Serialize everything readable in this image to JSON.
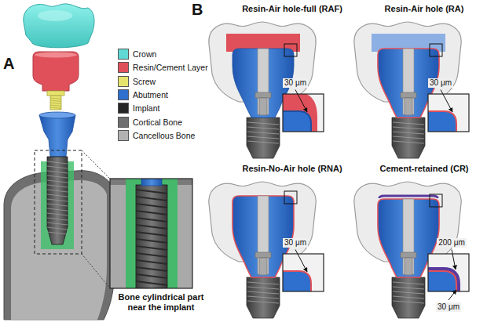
{
  "diagram": {
    "labels": [
      "A",
      "Bone cylindrical part near the implant",
      "B",
      "Resin-Air hole-full (RAF)",
      "Resin-Air hole (RA)",
      "30 μm",
      "30 μm",
      "Resin-No-Air hole (RNA)",
      "Cement-retained (CR)",
      "30 μm",
      "200 μm",
      "30 μm"
    ],
    "legend": [
      {
        "text": "Crown",
        "color": "#5fd9d3"
      },
      {
        "text": "Resin/Cement Layer",
        "color": "#e0505a"
      },
      {
        "text": "Screw",
        "color": "#e6e36e"
      },
      {
        "text": "Abutment",
        "color": "#2f6fcd"
      },
      {
        "text": "Implant",
        "color": "#262626"
      },
      {
        "text": "Cortical Bone",
        "color": "#6f6f6f"
      },
      {
        "text": "Cancellous Bone",
        "color": "#b2b2b2"
      }
    ]
  }
}
